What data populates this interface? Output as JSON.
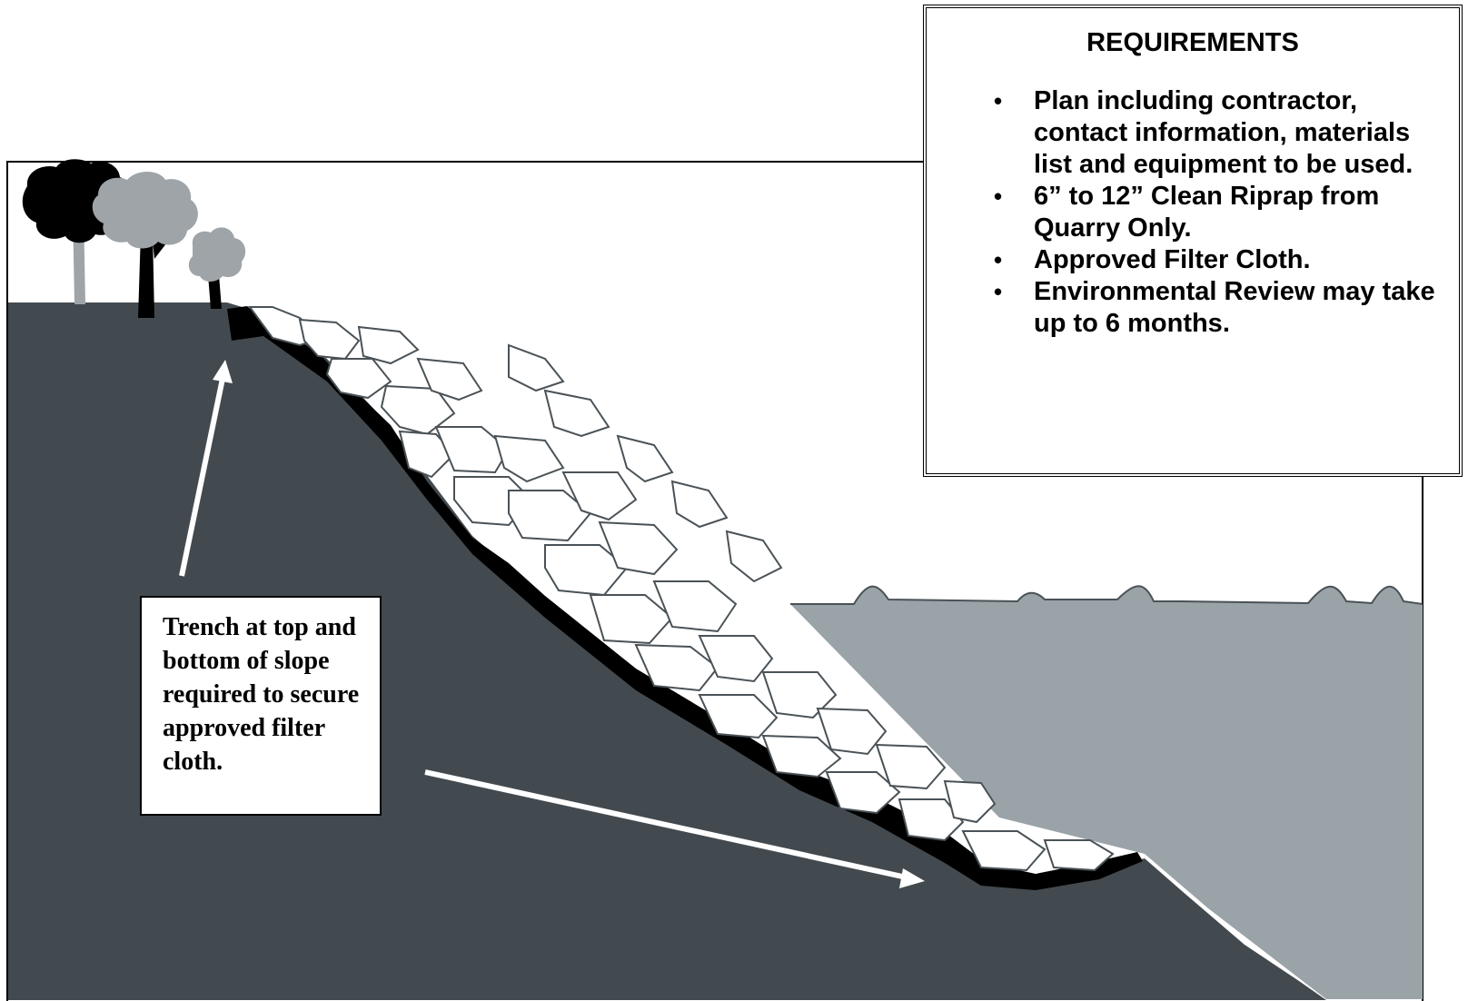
{
  "requirements": {
    "title": "REQUIREMENTS",
    "items": [
      "Plan including contractor, contact information, materials list and equipment to be used.",
      "6” to 12” Clean Riprap from Quarry Only.",
      "Approved Filter Cloth.",
      "Environmental Review may take up to 6 months."
    ]
  },
  "callout": {
    "text": "Trench at top and bottom of slope required to secure approved filter cloth."
  },
  "colors": {
    "ground": "#434a4f",
    "water": "#9aa3a8",
    "tree_dark": "#000000",
    "tree_light": "#9ea4a7",
    "riprap_fill": "#ffffff",
    "riprap_outline": "#4a5257",
    "filter_cloth": "#000000",
    "arrow": "#ffffff"
  }
}
